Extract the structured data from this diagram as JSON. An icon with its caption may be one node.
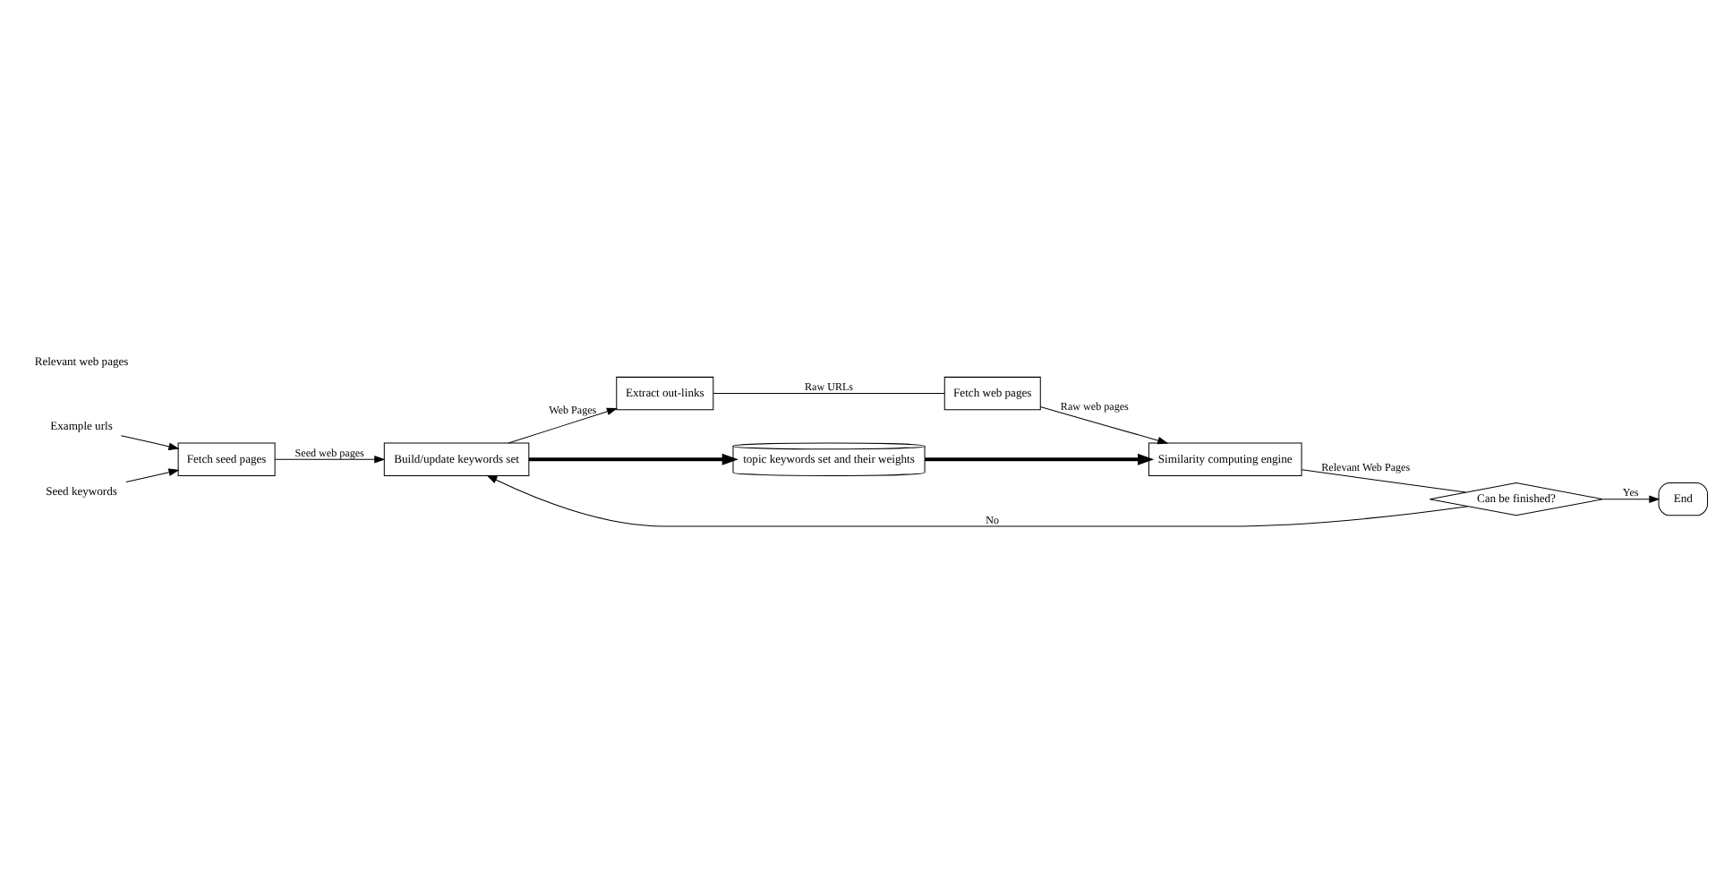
{
  "diagram": {
    "nodes": [
      {
        "text": [
          "Example urls"
        ]
      },
      {
        "text": [
          "Seed keywords"
        ]
      },
      {
        "text": [
          "Fetch seed pages"
        ]
      },
      {
        "text": [
          "Build/update keywords set"
        ]
      },
      {
        "text": [
          "Extract out-links"
        ]
      },
      {
        "text": [
          "topic keywords set and their weights"
        ]
      },
      {
        "text": [
          "Can be finished?"
        ]
      },
      {
        "text": [
          "End"
        ]
      },
      {
        "text": [
          "Similarity computing engine"
        ]
      },
      {
        "text": [
          "Fetch web pages"
        ]
      }
    ],
    "edges": [
      {
        "from": 0,
        "to": 2,
        "arrow": "to"
      },
      {
        "from": 1,
        "to": 2,
        "arrow": "to"
      },
      {
        "from": 2,
        "to": 3,
        "arrow": "to",
        "label": "Seed web pages"
      },
      {
        "from": 6,
        "to": 3,
        "arrow": "to",
        "label": "No"
      },
      {
        "from": 3,
        "to": 4,
        "arrow": "to",
        "label": "Web Pages"
      },
      {
        "from": 4,
        "to": 9,
        "arrow": "none",
        "label": "Raw URLs"
      },
      {
        "from": 3,
        "to": 5,
        "arrow": "to",
        "style": "thick"
      },
      {
        "from": 5,
        "to": 8,
        "arrow": "to",
        "style": "thick"
      },
      {
        "from": 9,
        "to": 8,
        "arrow": "to",
        "label": "Raw web pages"
      },
      {
        "from": 8,
        "to": 6,
        "arrow": "none",
        "label": "Relevant Web Pages"
      },
      {
        "from": 6,
        "to": 7,
        "arrow": "to",
        "label": "Yes"
      }
    ],
    "labels": [
      "Relevant web pages"
    ]
  }
}
